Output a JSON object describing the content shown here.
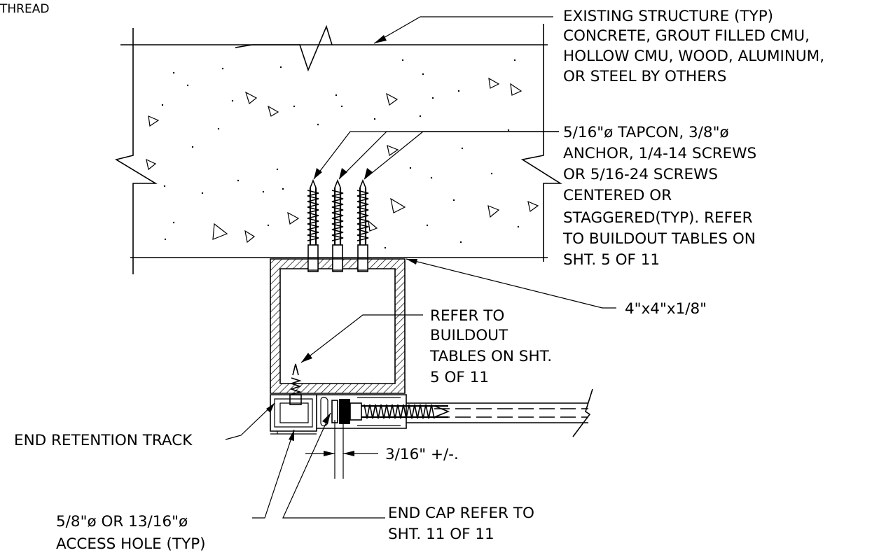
{
  "corner_label": "THREAD",
  "notes": {
    "existing_structure": [
      "EXISTING STRUCTURE (TYP)",
      "CONCRETE, GROUT FILLED CMU,",
      "HOLLOW CMU, WOOD, ALUMINUM,",
      "OR STEEL BY OTHERS"
    ],
    "anchors": [
      "5/16\"ø TAPCON, 3/8\"ø",
      "ANCHOR, 1/4-14 SCREWS",
      "OR 5/16-24 SCREWS",
      "CENTERED OR",
      "STAGGERED(TYP). REFER",
      "TO BUILDOUT TABLES ON",
      "SHT. 5 OF 11"
    ],
    "tube": "4\"x4\"x1/8\"",
    "buildout": [
      "REFER TO",
      "BUILDOUT",
      "TABLES ON SHT.",
      "5 OF 11"
    ],
    "end_track": "END RETENTION TRACK",
    "gap": "3/16\" +/-.",
    "access_hole": [
      "5/8\"ø OR 13/16\"ø",
      "ACCESS HOLE (TYP)"
    ],
    "end_cap": [
      "END CAP REFER TO",
      "SHT. 11 OF 11"
    ]
  }
}
